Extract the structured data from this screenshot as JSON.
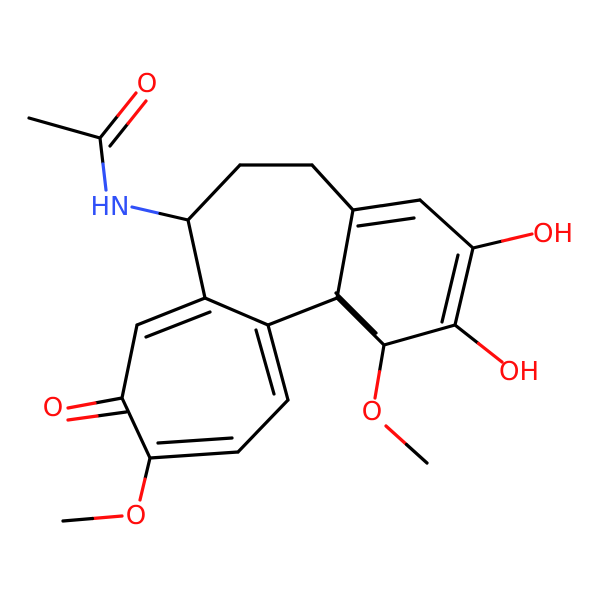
{
  "colors": {
    "background": "#ffffff",
    "carbon": "#000000",
    "oxygen": "#ff0d0d",
    "nitrogen": "#3050f8"
  },
  "labels": {
    "carbonyl_o_amide": "O",
    "amide_nh": "HN",
    "ketone_o": "O",
    "hydroxyl_upper": "OH",
    "hydroxyl_lower": "OH",
    "methoxy_o_top": "O",
    "methoxy_o_bottom": "O"
  }
}
